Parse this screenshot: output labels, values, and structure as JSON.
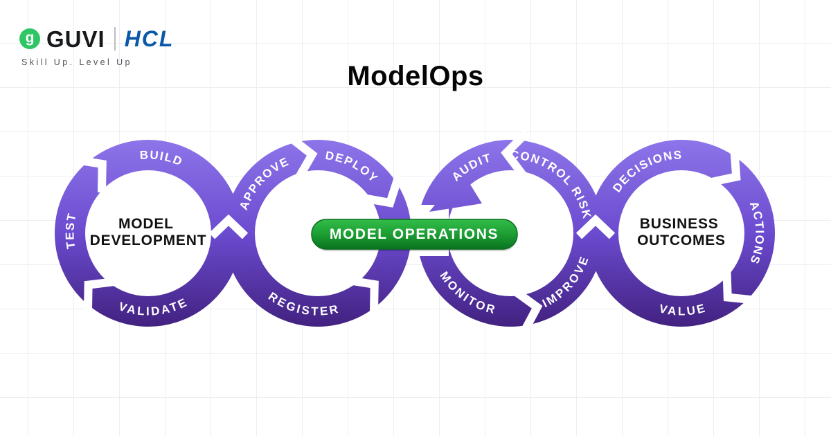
{
  "header": {
    "guvi": "GUVI",
    "hcl": "HCL",
    "tagline": "Skill Up. Level Up",
    "logo_mark_glyph": "g"
  },
  "title": "ModelOps",
  "diagram": {
    "operations_button": "MODEL OPERATIONS",
    "left_circle": {
      "line1": "MODEL",
      "line2": "DEVELOPMENT"
    },
    "right_circle": {
      "line1": "BUSINESS",
      "line2": "OUTCOMES"
    },
    "labels": {
      "build": "BUILD",
      "test": "TEST",
      "validate": "VALIDATE",
      "approve": "APPROVE",
      "deploy": "DEPLOY",
      "register": "REGISTER",
      "audit": "AUDIT",
      "control_risk": "CONTROL RISK",
      "monitor": "MONITOR",
      "improve": "IMPROVE",
      "decisions": "DECISIONS",
      "actions": "ACTIONS",
      "value": "VALUE"
    }
  },
  "colors": {
    "purple_light": "#8E76EA",
    "purple_mid": "#6B4BCF",
    "purple_dark": "#41207E",
    "green_light": "#33BD49",
    "green_mid": "#1EA135",
    "green_dark": "#0A7420",
    "green_border": "#0B6B1D",
    "guvi_green": "#2FC765",
    "hcl_blue": "#0A58A8",
    "grid_line": "#ECEEF2"
  }
}
